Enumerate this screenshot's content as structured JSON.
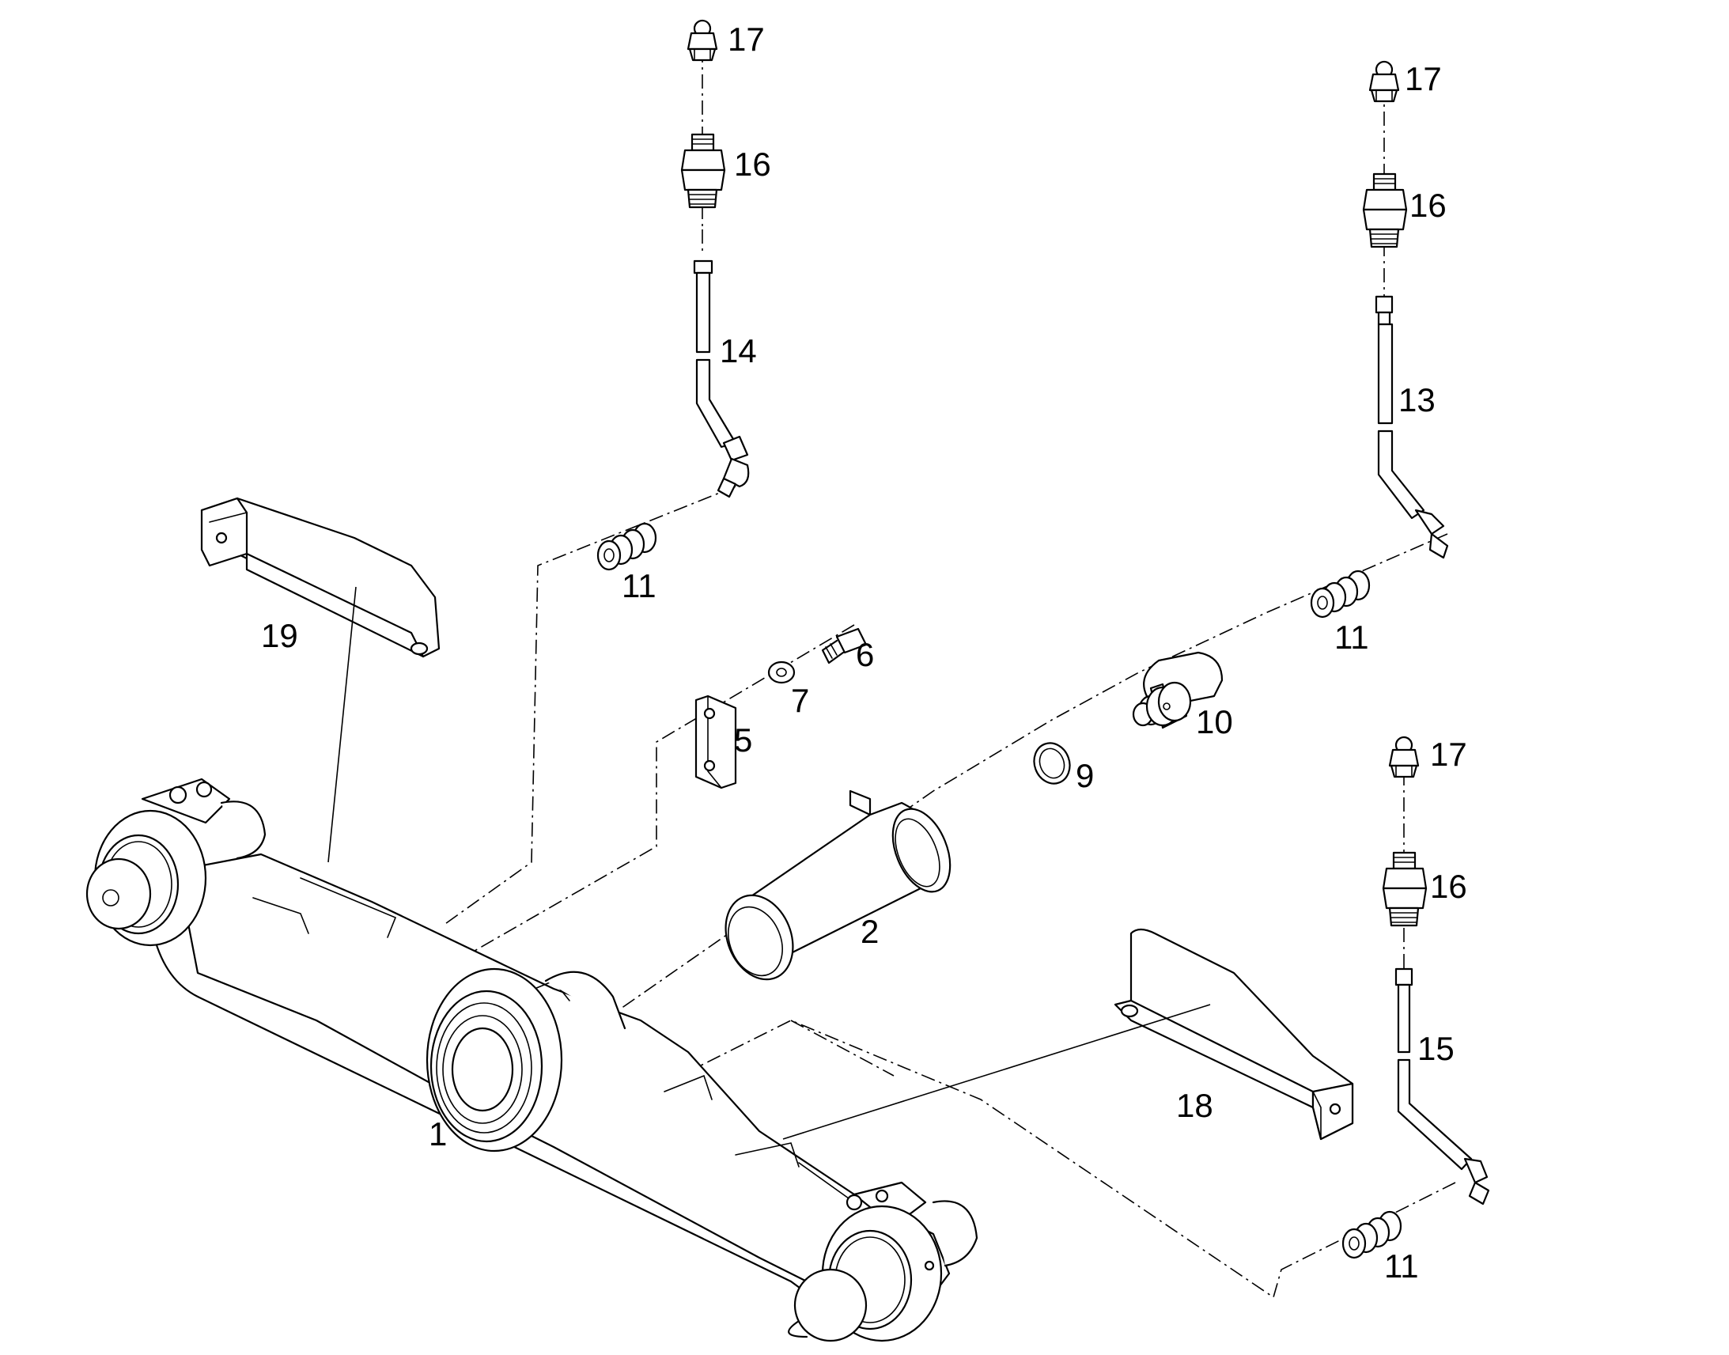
{
  "callouts": {
    "c1": "1",
    "c2": "2",
    "c5": "5",
    "c6": "6",
    "c7": "7",
    "c9": "9",
    "c10": "10",
    "c11a": "11",
    "c11b": "11",
    "c11c": "11",
    "c13": "13",
    "c14": "14",
    "c15": "15",
    "c16a": "16",
    "c16b": "16",
    "c16c": "16",
    "c17a": "17",
    "c17b": "17",
    "c17c": "17",
    "c18": "18",
    "c19": "19"
  },
  "colors": {
    "line": "#000000",
    "background": "#ffffff"
  }
}
